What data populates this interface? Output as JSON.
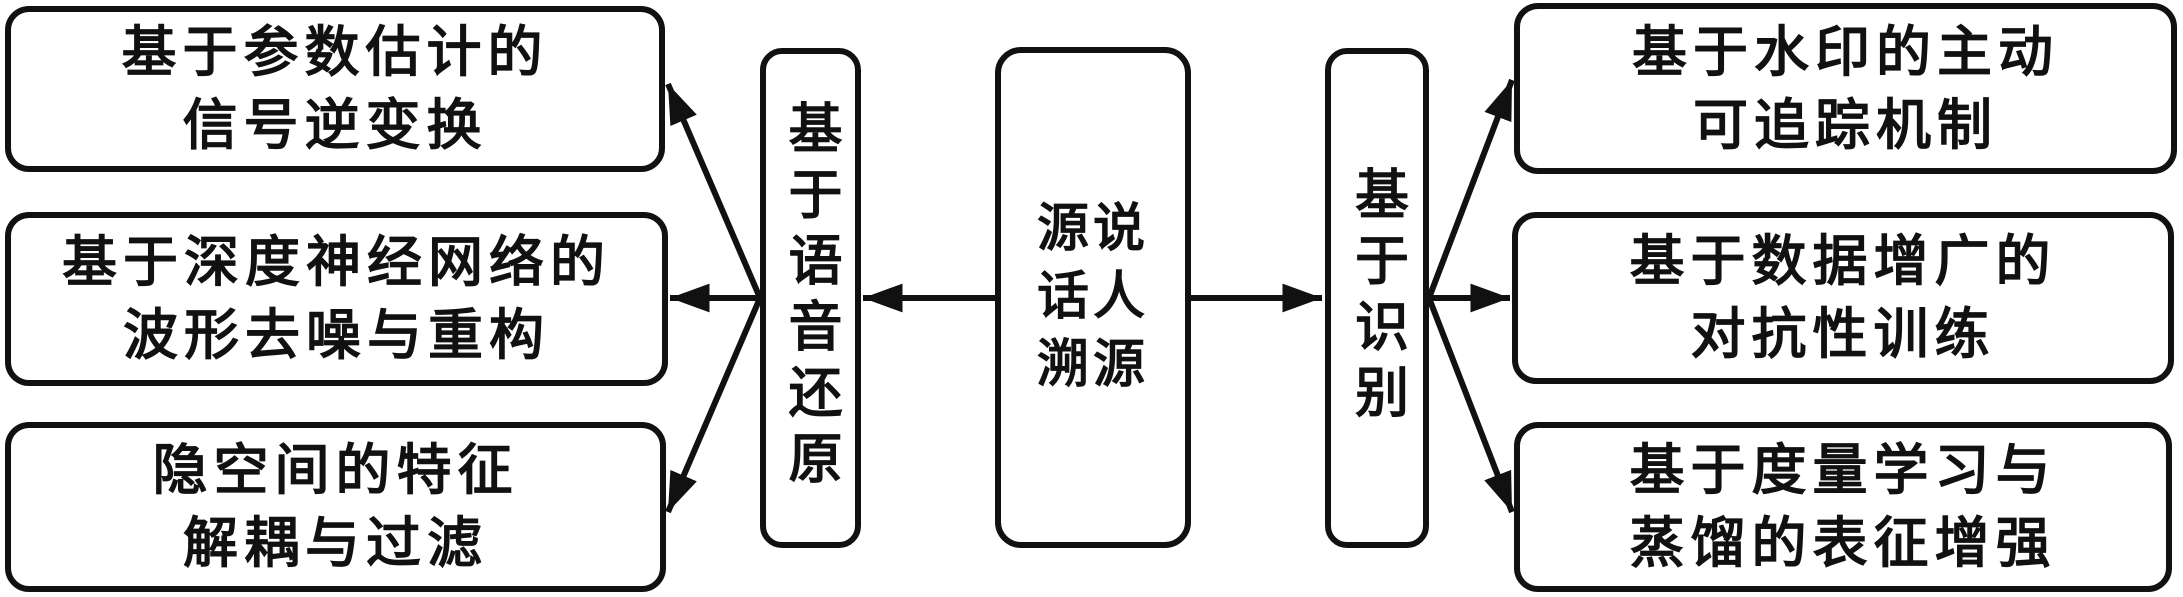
{
  "diagram": {
    "title_semantic": "源说话人溯源方法分类图",
    "center_label": "源说话人溯源",
    "left_branch": {
      "label": "基于语音还原",
      "items": [
        {
          "lines": [
            "基于参数估计的",
            "信号逆变换"
          ]
        },
        {
          "lines": [
            "基于深度神经网络的",
            "波形去噪与重构"
          ]
        },
        {
          "lines": [
            "隐空间的特征",
            "解耦与过滤"
          ]
        }
      ]
    },
    "right_branch": {
      "label": "基于识别",
      "items": [
        {
          "lines": [
            "基于水印的主动",
            "可追踪机制"
          ]
        },
        {
          "lines": [
            "基于数据增广的",
            "对抗性训练"
          ]
        },
        {
          "lines": [
            "基于度量学习与",
            "蒸馏的表征增强"
          ]
        }
      ]
    },
    "colors": {
      "ink": "#111111",
      "background": "#ffffff"
    }
  }
}
